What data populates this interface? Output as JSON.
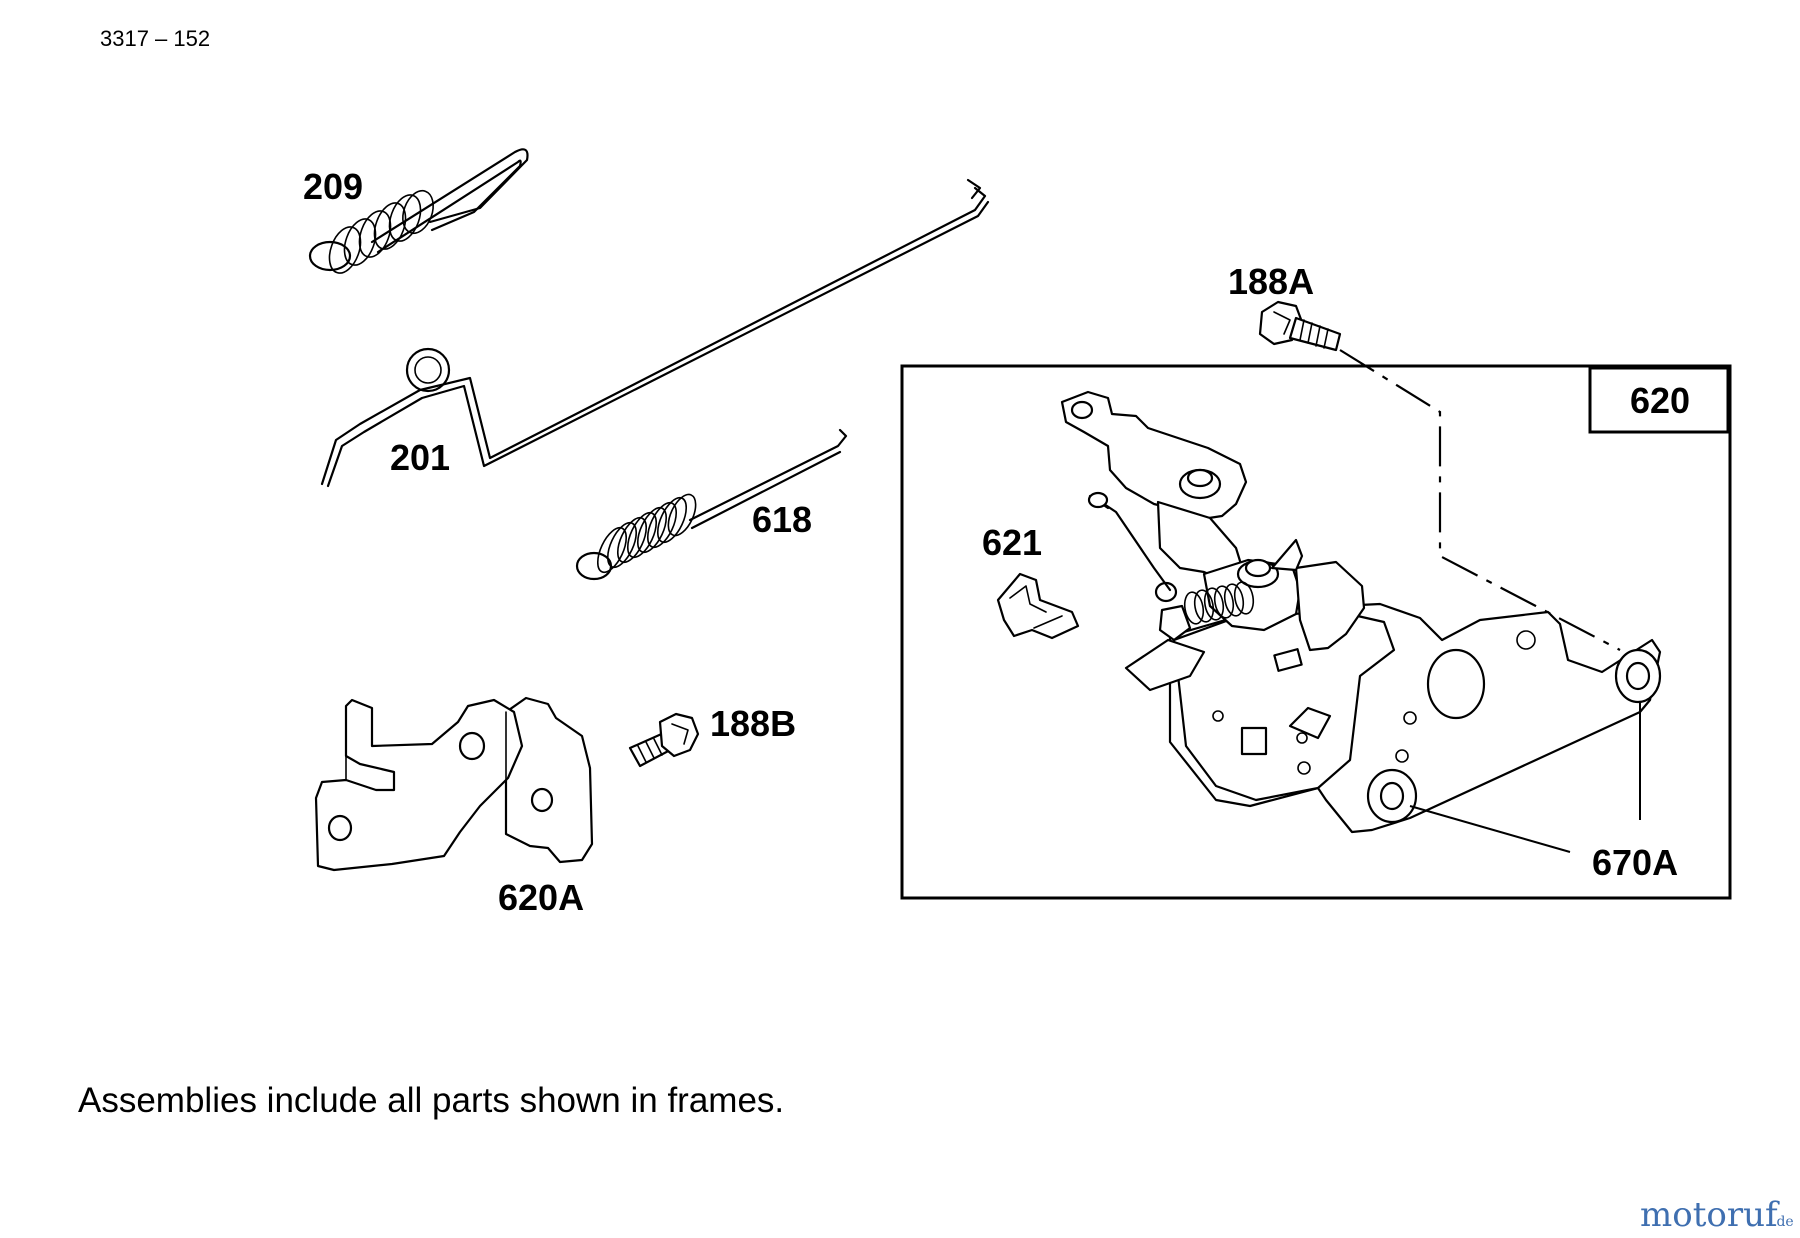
{
  "drawing_number": "3317 – 152",
  "parts": {
    "p209": "209",
    "p201": "201",
    "p618": "618",
    "p188A": "188A",
    "p620": "620",
    "p621": "621",
    "p188B": "188B",
    "p620A": "620A",
    "p670A": "670A"
  },
  "footnote": "Assemblies include all parts shown in frames.",
  "watermark": {
    "main": "motoruf",
    "suffix": ".de",
    "color": "#3f6fb0"
  }
}
